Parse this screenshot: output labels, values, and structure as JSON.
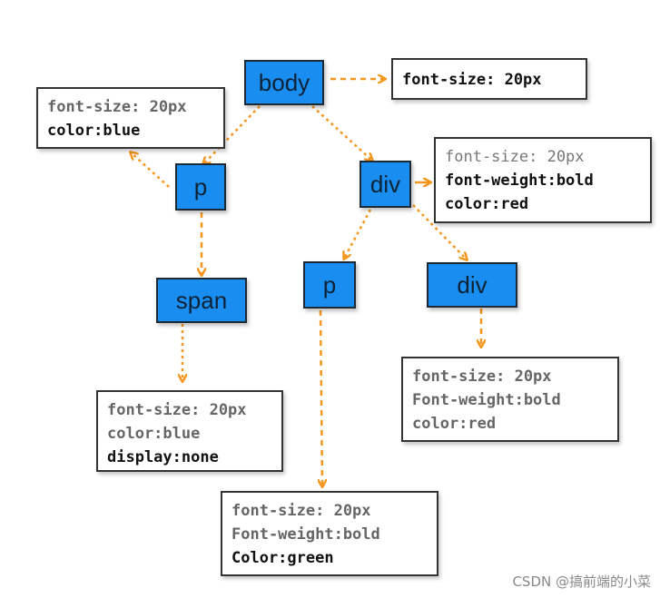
{
  "nodes": {
    "body": "body",
    "p_left": "p",
    "div_mid": "div",
    "span": "span",
    "p_mid": "p",
    "div_right": "div"
  },
  "boxes": {
    "body_style": [
      "font-size: 20px"
    ],
    "p_left_style": [
      "font-size: 20px",
      "color:blue"
    ],
    "div_mid_style": [
      "font-size: 20px",
      "font-weight:bold",
      "color:red"
    ],
    "span_style": [
      "font-size: 20px",
      "color:blue",
      "display:none"
    ],
    "p_mid_style": [
      "font-size: 20px",
      "Font-weight:bold",
      "Color:green"
    ],
    "div_right_style": [
      "font-size: 20px",
      "Font-weight:bold",
      "color:red"
    ]
  },
  "watermark": "CSDN @搞前端的小菜",
  "colors": {
    "node_fill": "#1a8ef0",
    "arrow": "#f5961e"
  }
}
